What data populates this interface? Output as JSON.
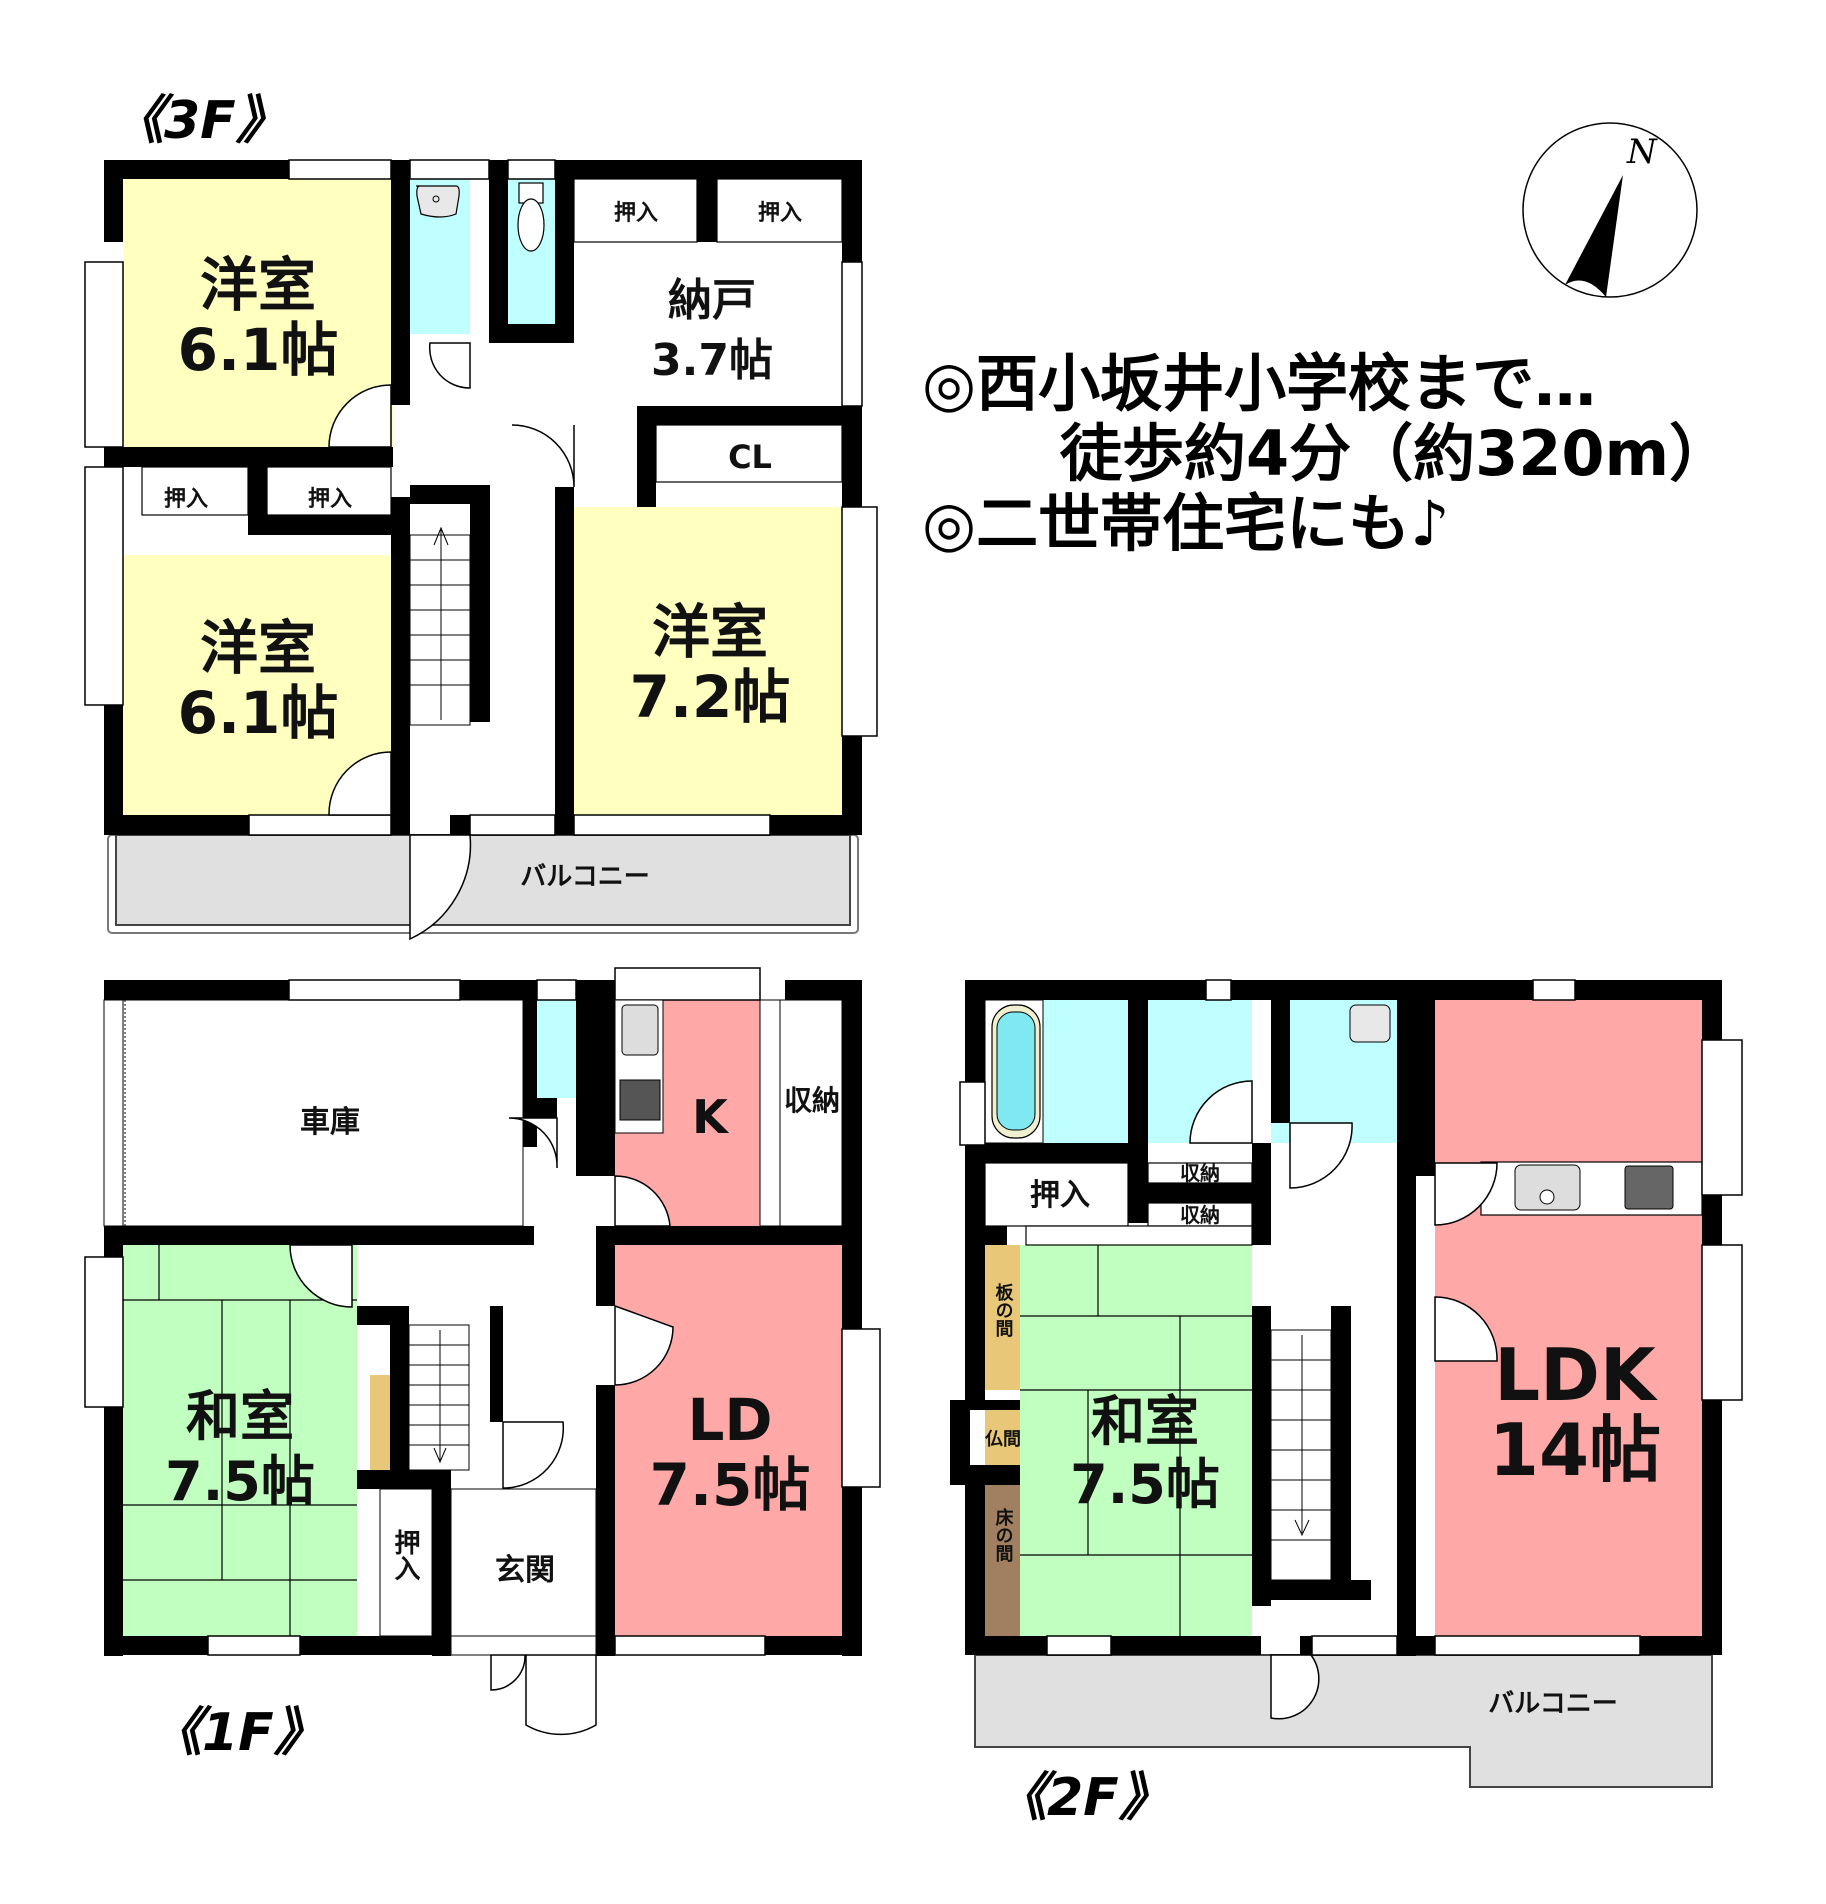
{
  "colors": {
    "western_room": "#ffffc0",
    "water_area": "#c0ffff",
    "japanese_room": "#c0ffc0",
    "living": "#ffa8a8",
    "balcony": "#e0e0e0",
    "alcove_light": "#e8c878",
    "alcove_dark": "#a08060"
  },
  "floors": {
    "3F": {
      "label": "《3F》",
      "rooms": {
        "western1": {
          "name": "洋室",
          "size": "6.1帖"
        },
        "western2": {
          "name": "洋室",
          "size": "6.1帖"
        },
        "western3": {
          "name": "洋室",
          "size": "7.2帖"
        },
        "storage_room": {
          "name": "納戸",
          "size": "3.7帖"
        },
        "closet": "CL",
        "oshiire1": "押入",
        "oshiire2": "押入",
        "oshiire3": "押入",
        "oshiire4": "押入",
        "balcony": "バルコニー"
      }
    },
    "1F": {
      "label": "《1F》",
      "rooms": {
        "garage": "車庫",
        "kitchen": "K",
        "storage": "収納",
        "japanese": {
          "name": "和室",
          "size": "7.5帖"
        },
        "living_dining": {
          "name": "LD",
          "size": "7.5帖"
        },
        "oshiire": "押入",
        "entrance": "玄関"
      }
    },
    "2F": {
      "label": "《2F》",
      "rooms": {
        "oshiire": "押入",
        "storage1": "収納",
        "storage2": "収納",
        "itanoma": "板の間",
        "butsuma": "仏間",
        "tokonoma": "床の間",
        "japanese": {
          "name": "和室",
          "size": "7.5帖"
        },
        "ldk": {
          "name": "LDK",
          "size": "14帖"
        },
        "balcony": "バルコニー"
      }
    }
  },
  "features": {
    "line1": "◎西小坂井小学校まで…",
    "line2": "徒歩約4分（約320m）",
    "line3": "◎二世帯住宅にも♪"
  },
  "compass": {
    "label": "N"
  }
}
